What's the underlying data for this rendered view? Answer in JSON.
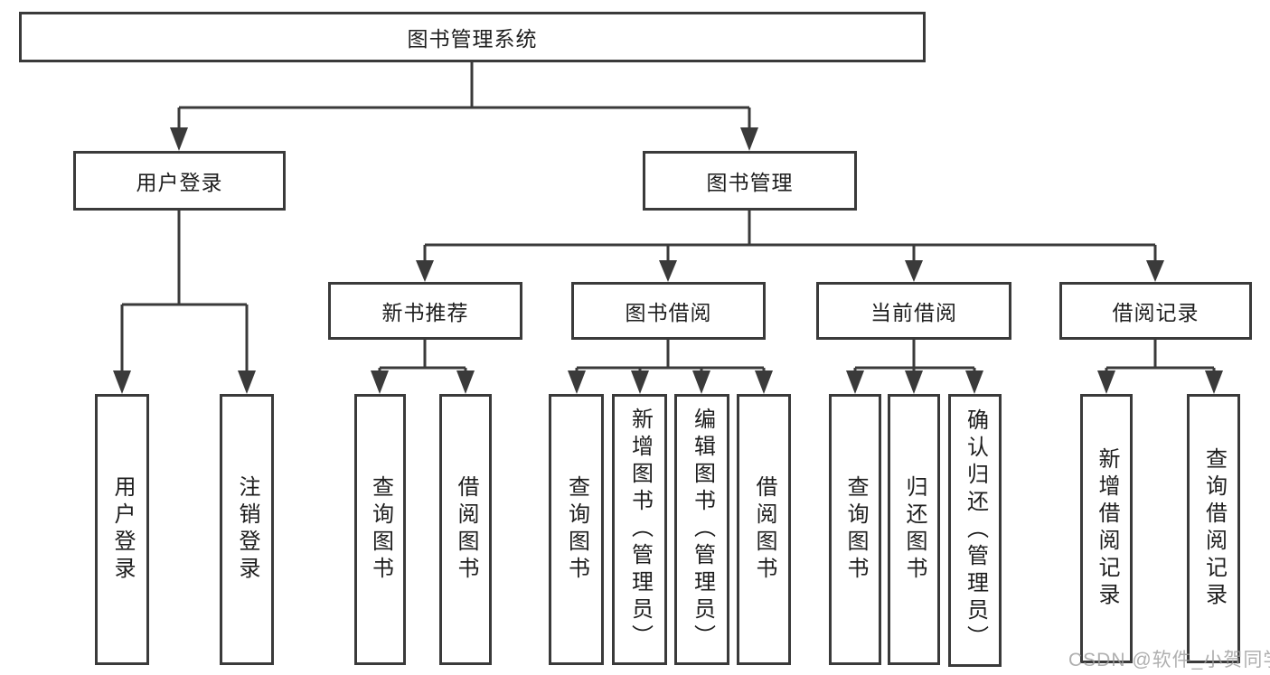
{
  "nodes": {
    "root": "图书管理系统",
    "user_login": "用户登录",
    "book_mgmt": "图书管理",
    "new_book_rec": "新书推荐",
    "book_borrow": "图书借阅",
    "current_borrow": "当前借阅",
    "borrow_record": "借阅记录",
    "ul_user_login": "用户登录",
    "ul_logout": "注销登录",
    "nb_query_book": "查询图书",
    "nb_borrow_book": "借阅图书",
    "bb_query_book": "查询图书",
    "bb_add_book": "新增图书（管理员）",
    "bb_edit_book": "编辑图书（管理员）",
    "bb_borrow_book": "借阅图书",
    "cb_query_book": "查询图书",
    "cb_return_book": "归还图书",
    "cb_confirm_return": "确认归还（管理员）",
    "br_add_record": "新增借阅记录",
    "br_query_record": "查询借阅记录"
  },
  "watermark": "CSDN @软件_小贺同学",
  "colors": {
    "line": "#3a3a3a",
    "text": "#1e1e1e",
    "watermark": "#9b9b9b",
    "background": "#ffffff"
  }
}
